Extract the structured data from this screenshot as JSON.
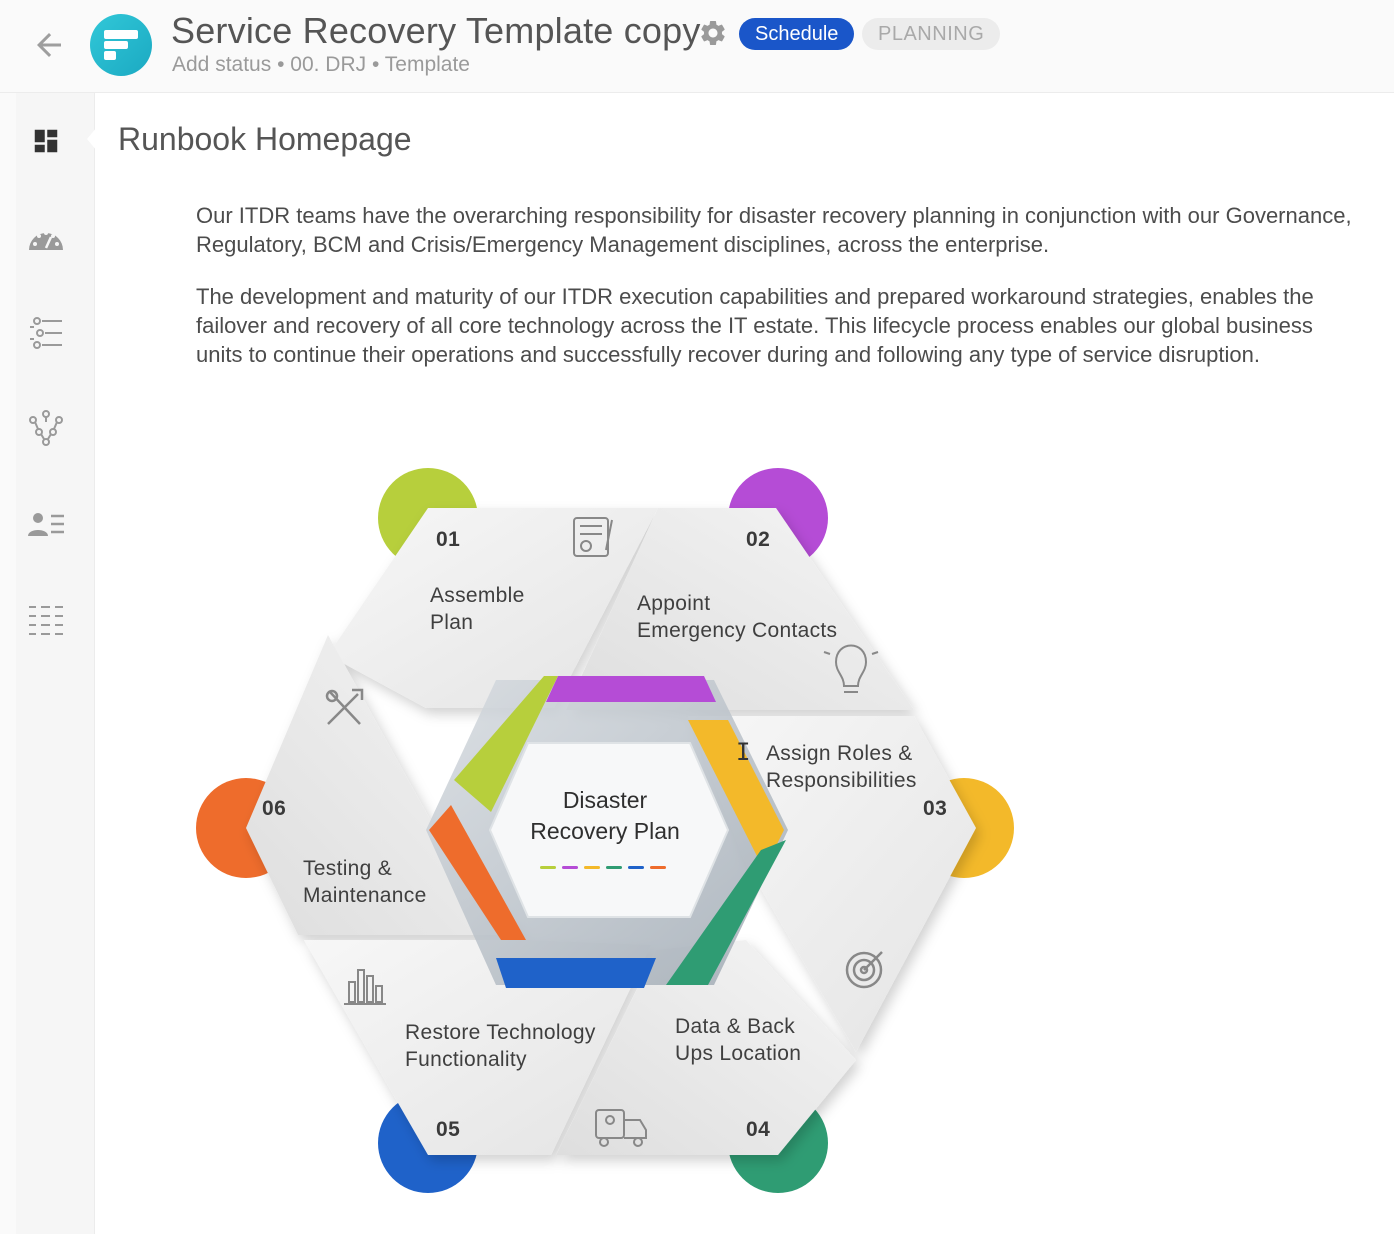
{
  "header": {
    "title": "Service Recovery Template copy",
    "schedule_label": "Schedule",
    "planning_label": "PLANNING",
    "subtitle": {
      "status": "Add status",
      "sep1": " • ",
      "workspace": "00. DRJ",
      "sep2": " • ",
      "type": "Template"
    }
  },
  "sidebar": {
    "items": [
      {
        "icon": "dashboard-icon",
        "active": true
      },
      {
        "icon": "gauge-icon"
      },
      {
        "icon": "task-list-icon"
      },
      {
        "icon": "workflow-icon"
      },
      {
        "icon": "people-list-icon"
      },
      {
        "icon": "grid-list-icon"
      }
    ]
  },
  "main": {
    "section_title": "Runbook Homepage",
    "paragraphs": [
      "Our ITDR teams have the overarching responsibility for disaster recovery planning in conjunction with our Governance, Regulatory, BCM and Crisis/Emergency Management disciplines, across the enterprise.",
      "The development and maturity of our ITDR execution capabilities and prepared workaround strategies, enables the failover and recovery of all core technology across the IT estate. This lifecycle process enables our global business units to continue their operations and successfully recover during and following any type of service disruption."
    ]
  },
  "infographic": {
    "center_line1": "Disaster",
    "center_line2": "Recovery Plan",
    "segments": [
      {
        "num": "01",
        "line1": "Assemble",
        "line2": "Plan",
        "color": "#b7cf3c",
        "icon": "checklist-icon"
      },
      {
        "num": "02",
        "line1": "Appoint",
        "line2": "Emergency Contacts",
        "color": "#b54cd6",
        "icon": "lightbulb-icon"
      },
      {
        "num": "03",
        "line1": "Assign Roles &",
        "line2": "Responsibilities",
        "color": "#f3b92a",
        "icon": "target-icon"
      },
      {
        "num": "04",
        "line1": "Data & Back",
        "line2": "Ups Location",
        "color": "#2f9c73",
        "icon": "truck-icon"
      },
      {
        "num": "05",
        "line1": "Restore Technology",
        "line2": "Functionality",
        "color": "#1f62c9",
        "icon": "bar-chart-icon"
      },
      {
        "num": "06",
        "line1": "Testing &",
        "line2": "Maintenance",
        "color": "#ee6c2c",
        "icon": "tools-icon"
      }
    ],
    "dash_colors": [
      "#b7cf3c",
      "#b54cd6",
      "#f3b92a",
      "#2f9c73",
      "#1f62c9",
      "#ee6c2c"
    ]
  },
  "colors": {
    "accent": "#1a56c9",
    "logo": "#26b8cc"
  }
}
